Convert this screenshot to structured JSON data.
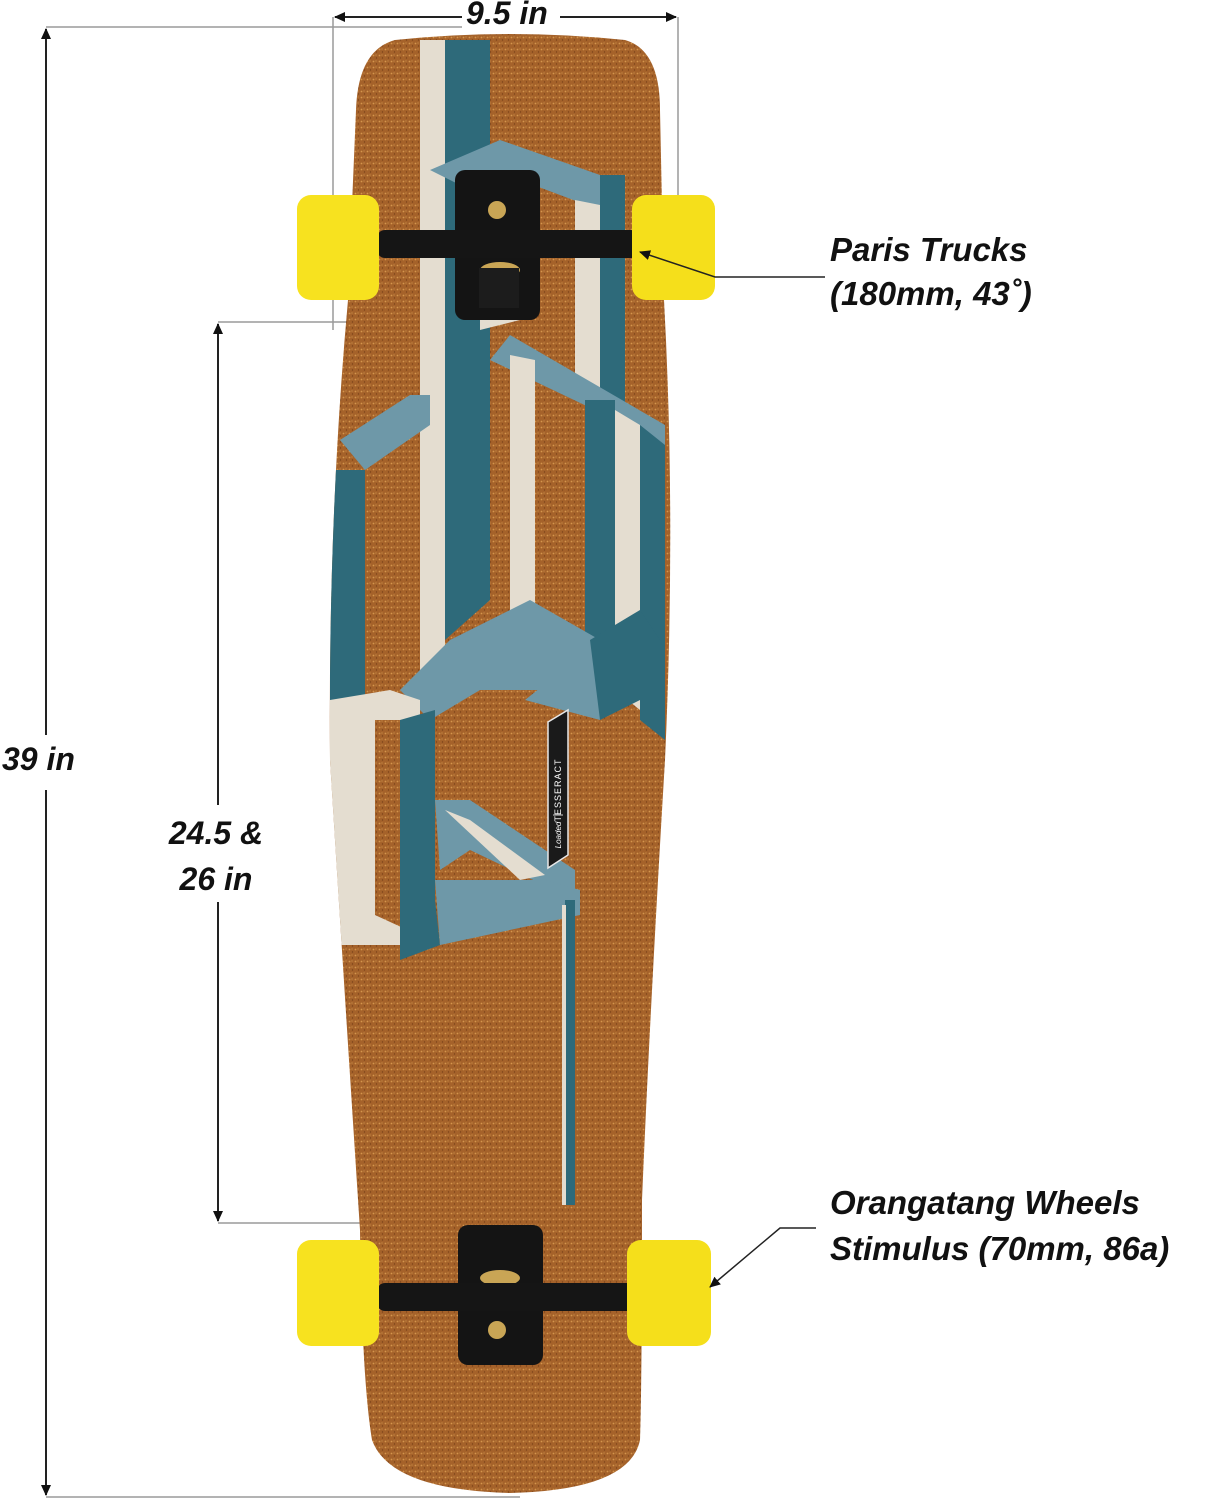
{
  "product": {
    "deck_graphic_name": "TESSERACT",
    "brand_mark": "Loaded",
    "colors": {
      "cork": "#a8652c",
      "teal_dark": "#2e6a7a",
      "teal_light": "#6e98a8",
      "cream": "#e4ddd0",
      "wheel_yellow": "#f7e21f",
      "truck_black": "#111111",
      "hardware_gold": "#c9a555",
      "dimension_line": "#222222",
      "guide_line": "#9a9a9a"
    }
  },
  "dimensions": {
    "width": {
      "label": "9.5 in"
    },
    "length": {
      "label": "39 in"
    },
    "wheelbase": {
      "line1": "24.5 &",
      "line2": "26 in"
    }
  },
  "callouts": {
    "trucks": {
      "line1": "Paris Trucks",
      "line2": "(180mm, 43˚)"
    },
    "wheels": {
      "line1": "Orangatang Wheels",
      "line2": "Stimulus (70mm, 86a)"
    }
  }
}
